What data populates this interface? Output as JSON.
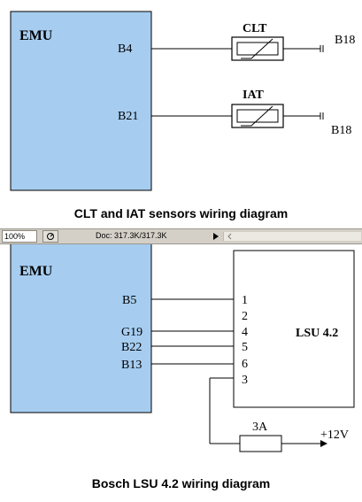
{
  "top": {
    "emu_label": "EMU",
    "pins": [
      "B4",
      "B21"
    ],
    "sensors": [
      "CLT",
      "IAT"
    ],
    "ground_labels": [
      "B18",
      "B18"
    ],
    "caption": "CLT and IAT sensors wiring diagram"
  },
  "statusbar": {
    "zoom": "100%",
    "doc": "Doc: 317.3K/317.3K"
  },
  "bottom": {
    "emu_label": "EMU",
    "emu_pins": [
      "B5",
      "G19",
      "B22",
      "B13"
    ],
    "lsu_label": "LSU 4.2",
    "lsu_pins": [
      "1",
      "2",
      "4",
      "5",
      "6",
      "3"
    ],
    "fuse_label": "3A",
    "supply_label": "+12V",
    "caption": "Bosch LSU 4.2 wiring diagram"
  },
  "colors": {
    "ecu_fill": "#a6cdf0",
    "line": "#000000",
    "statusbar_bg": "#d4d0c8"
  }
}
